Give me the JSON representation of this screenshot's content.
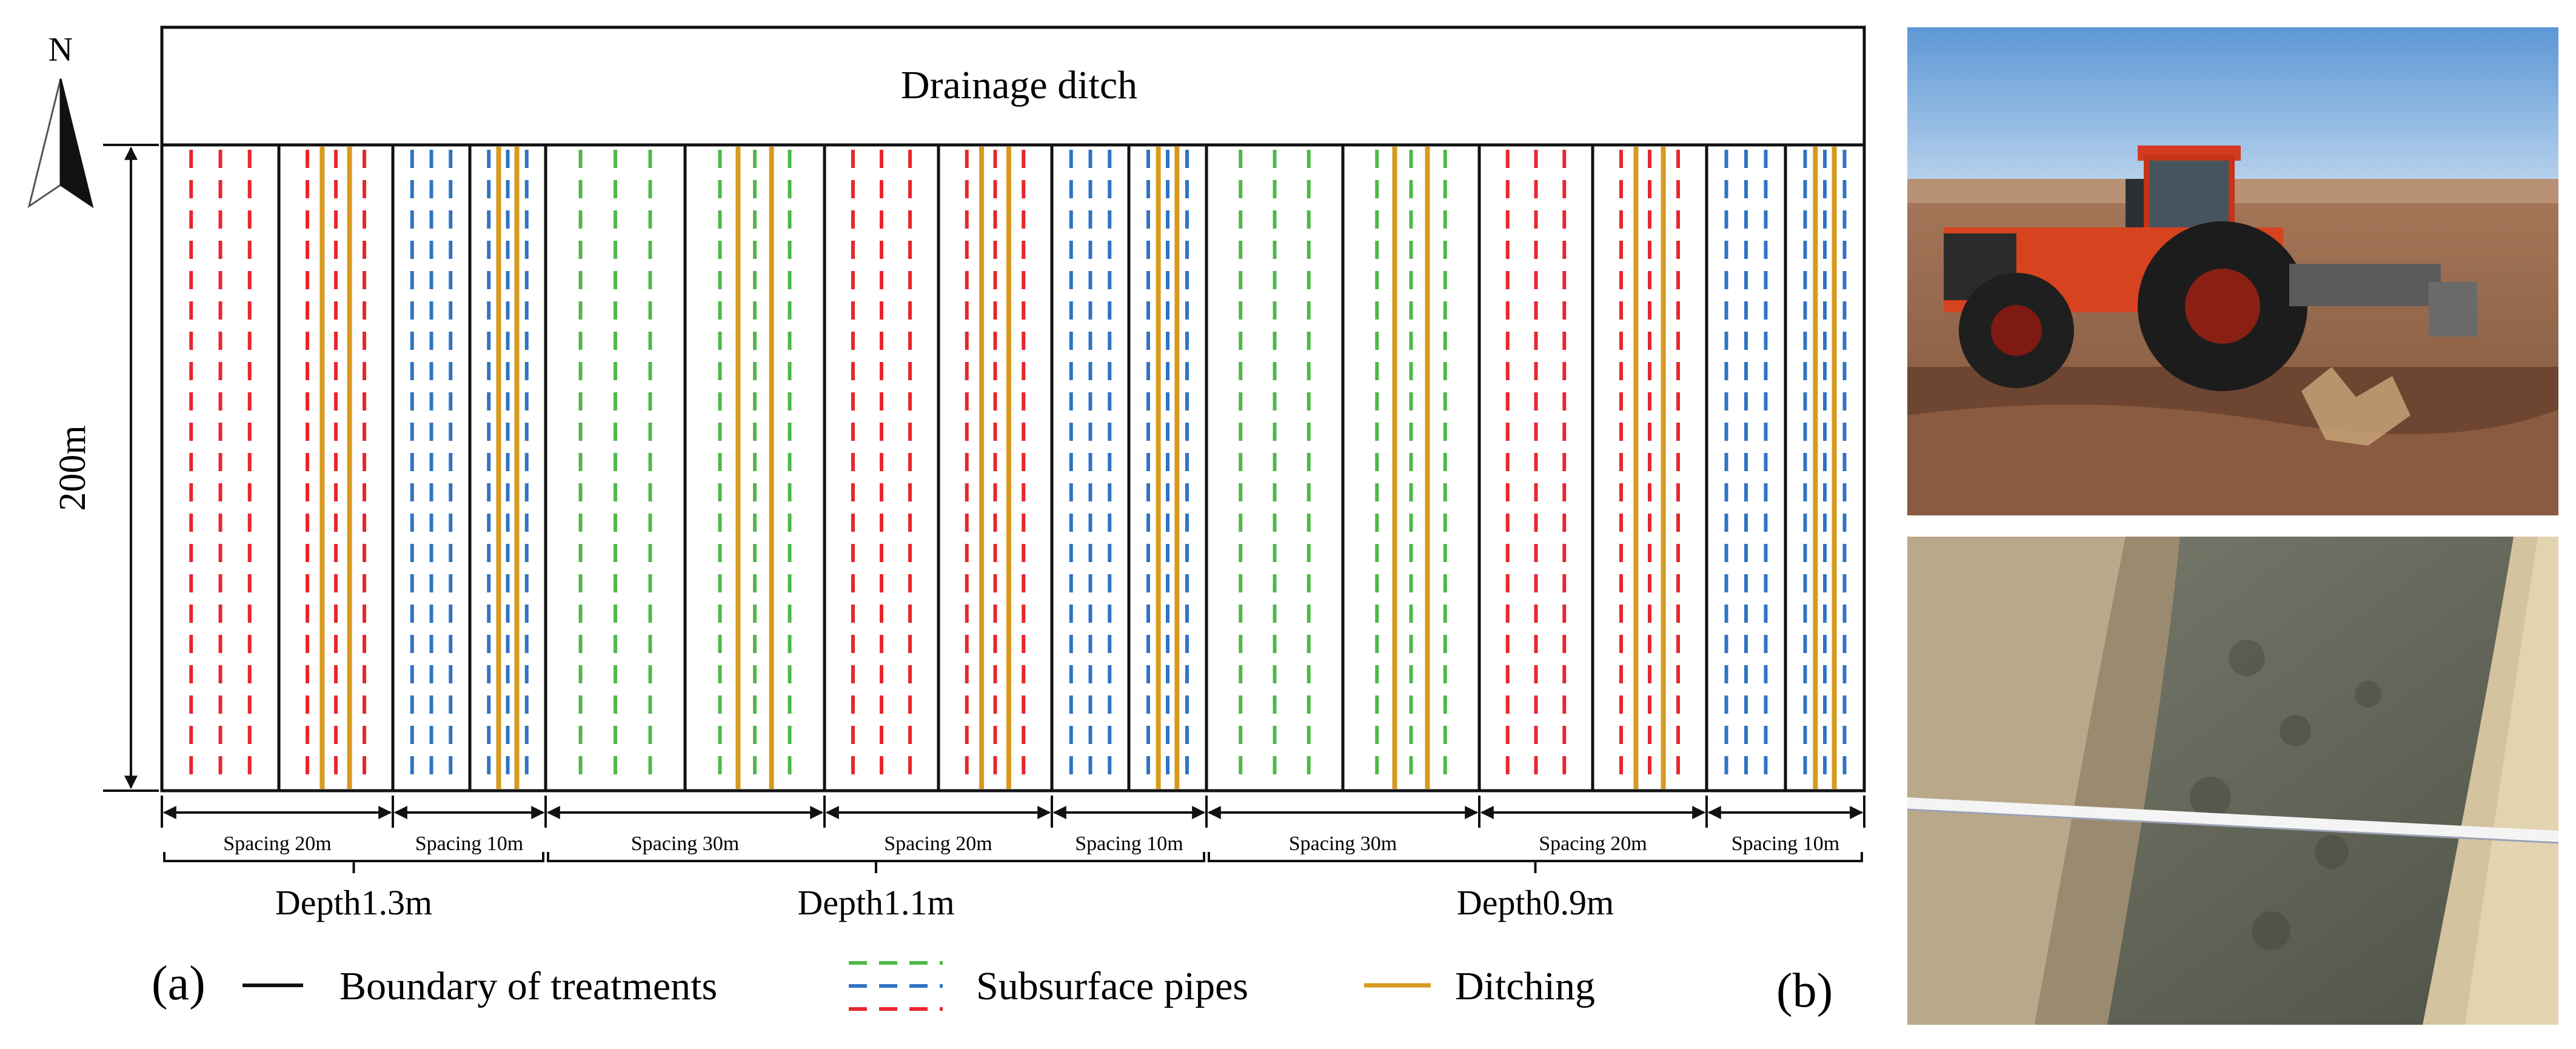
{
  "ditch_label": "Drainage ditch",
  "north_label": "N",
  "dimension_label": "200m",
  "panel_a_label": "(a)",
  "panel_b_label": "(b)",
  "legend": {
    "boundary": "Boundary of treatments",
    "pipes": "Subsurface pipes",
    "ditching": "Ditching"
  },
  "depths": [
    "Depth1.3m",
    "Depth1.1m",
    "Depth0.9m"
  ],
  "spacings": [
    "Spacing 20m",
    "Spacing 10m",
    "Spacing 30m",
    "Spacing 20m",
    "Spacing 10m",
    "Spacing 30m",
    "Spacing 20m",
    "Spacing 10m"
  ],
  "colors": {
    "spacing_20m": "#e8262c",
    "spacing_10m": "#2f74c4",
    "spacing_30m": "#4fb847",
    "ditching": "#d89a1e",
    "boundary": "#111111"
  }
}
